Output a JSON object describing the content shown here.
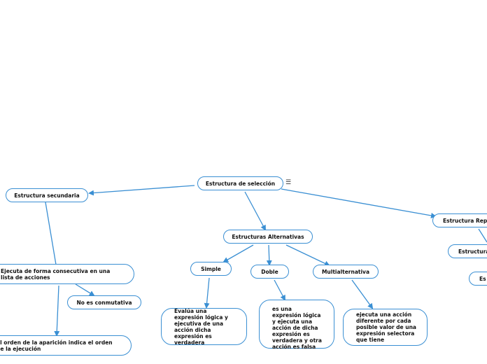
{
  "colors": {
    "line": "#3a8fd3",
    "border": "#3a8fd3",
    "text": "#111111"
  },
  "menu_icon": "☰",
  "nodes": {
    "root": "Estructura de selección",
    "secuencial": "Estructura secundaria",
    "alternativas": "Estructuras Alternativas",
    "repetitiva": "Estructura Repe",
    "repetitiva_child1": "Estructura",
    "repetitiva_child2": "Es",
    "secuencial_desc": "Ejecuta de forma consecutiva en una lista de acciones",
    "no_conmutativa": "No es conmutativa",
    "orden": "El orden de la aparición indica el orden de la ejecución",
    "simple": "Simple",
    "doble": "Doble",
    "multialternativa": "Multialternativa",
    "simple_desc": "Evalúa una expresión lógica y ejecutiva de una acción dicha expresión es verdadera",
    "doble_desc": "es una expresión lógica y ejecuta una acción de dicha expresión es verdadera y otra acción es falsa",
    "multi_desc": "ejecuta una acción diferente por cada posible valor de una expresión selectora que tiene"
  }
}
